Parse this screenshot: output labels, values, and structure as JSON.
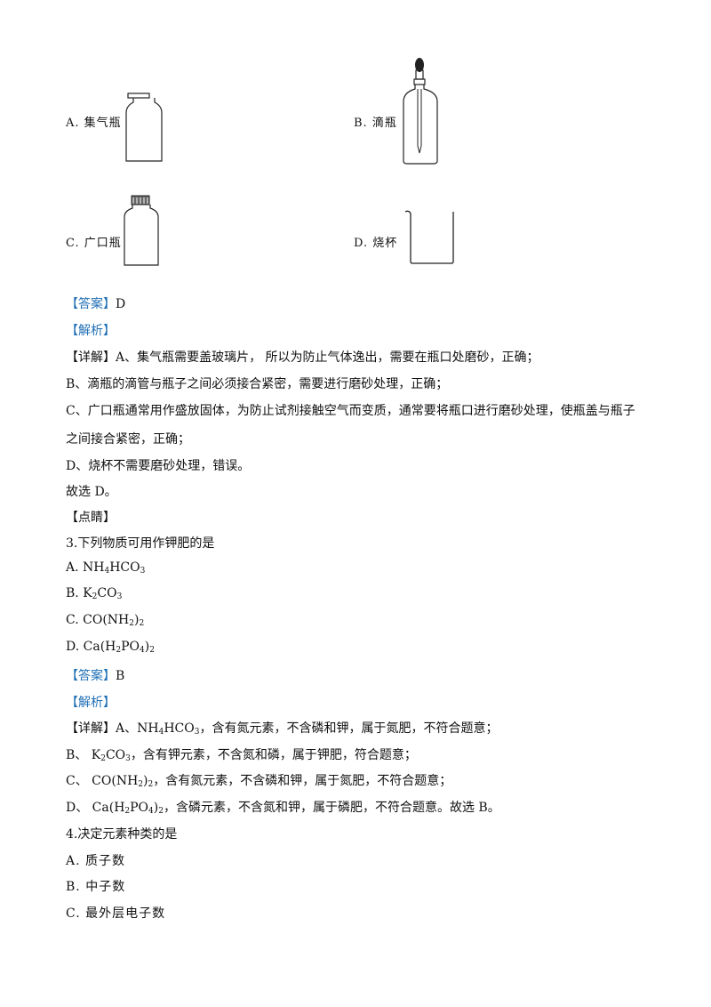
{
  "q2_options": {
    "a": "A.  集气瓶",
    "b": "B.  滴瓶",
    "c": "C.  广口瓶",
    "d": "D.  烧杯"
  },
  "q2_answer": {
    "tag": "【答案】",
    "value": "D"
  },
  "q2_analysis_tag": "【解析】",
  "q2_detail": {
    "tag": "【详解】",
    "line1": "A、集气瓶需要盖玻璃片，  所以为防止气体逸出，需要在瓶口处磨砂，正确；",
    "line2": "B、滴瓶的滴管与瓶子之间必须接合紧密，需要进行磨砂处理，正确；",
    "line3": "C、广口瓶通常用作盛放固体，为防止试剂接触空气而变质，通常要将瓶口进行磨砂处理，使瓶盖与瓶子",
    "line4": "之间接合紧密，正确；",
    "line5": "D、烧杯不需要磨砂处理，错误。",
    "line6": "故选 D。"
  },
  "q2_comment_tag": "【点睛】",
  "q3": {
    "stem": "3.下列物质可用作钾肥的是",
    "opt_a_prefix": "A. ",
    "opt_a_1": "NH",
    "opt_a_s1": "4",
    "opt_a_2": "HCO",
    "opt_a_s2": "3",
    "opt_b_prefix": "B. ",
    "opt_b_1": "K",
    "opt_b_s1": "2",
    "opt_b_2": "CO",
    "opt_b_s2": "3",
    "opt_c_prefix": "C. ",
    "opt_c_1": "CO(NH",
    "opt_c_s1": "2",
    "opt_c_2": ")",
    "opt_c_s2": "2",
    "opt_d_prefix": "D. ",
    "opt_d_1": "Ca(H",
    "opt_d_s1": "2",
    "opt_d_2": "PO",
    "opt_d_s2": "4",
    "opt_d_3": ")",
    "opt_d_s3": "2",
    "answer_tag": "【答案】",
    "answer_value": "B",
    "analysis_tag": "【解析】",
    "detail_tag": "【详解】",
    "d1_a": "A、NH",
    "d1_s1": "4",
    "d1_b": "HCO",
    "d1_s2": "3",
    "d1_c": "，含有氮元素，不含磷和钾，属于氮肥，不符合题意；",
    "d2_a": "B、 K",
    "d2_s1": "2",
    "d2_b": "CO",
    "d2_s2": "3",
    "d2_c": "，含有钾元素，不含氮和磷，属于钾肥，符合题意；",
    "d3_a": "C、 CO(NH",
    "d3_s1": "2",
    "d3_b": ")",
    "d3_s2": "2",
    "d3_c": "，含有氮元素，不含磷和钾，属于氮肥，不符合题意；",
    "d4_a": "D、 Ca(H",
    "d4_s1": "2",
    "d4_b": "PO",
    "d4_s2": "4",
    "d4_c": ")",
    "d4_s3": "2",
    "d4_d": "，含磷元素，不含氮和钾，属于磷肥，不符合题意。故选 B。"
  },
  "q4": {
    "stem": "4.决定元素种类的是",
    "opt_a": "A.  质子数",
    "opt_b": "B.  中子数",
    "opt_c": "C.  最外层电子数"
  },
  "colors": {
    "tag_blue": "#1f6fb5",
    "text": "#111111"
  }
}
